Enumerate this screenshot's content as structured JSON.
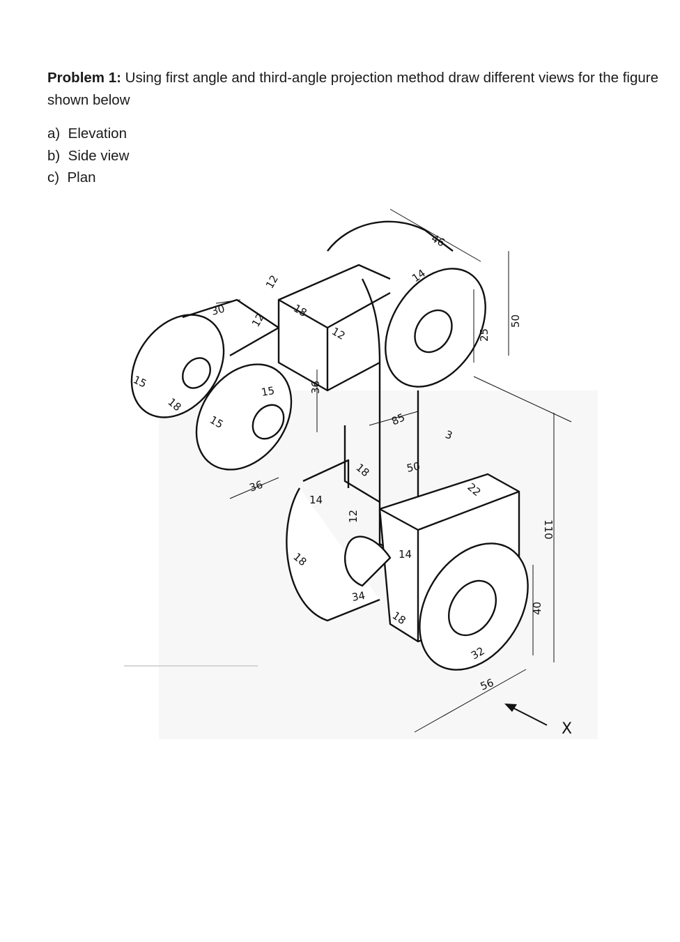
{
  "problem": {
    "label": "Problem 1:",
    "text": " Using first angle and third-angle projection method draw different views for the figure shown below"
  },
  "items": [
    {
      "marker": "a)",
      "text": "Elevation"
    },
    {
      "marker": "b)",
      "text": "Side view"
    },
    {
      "marker": "c)",
      "text": "Plan"
    }
  ],
  "figure": {
    "dims": {
      "d46": "46",
      "d14a": "14",
      "d25": "25",
      "d50a": "50",
      "d12a": "12",
      "d18a": "18",
      "d12b": "12",
      "d12c": "12",
      "d30": "30",
      "d15a": "15",
      "d18b": "18",
      "d15b": "15",
      "d15c": "15",
      "d36a": "36",
      "d36b": "36",
      "d85": "85",
      "d3": "3",
      "d18c": "18",
      "d50b": "50",
      "d14b": "14",
      "d12d": "12",
      "d22": "22",
      "d110": "110",
      "d18d": "18",
      "d34": "34",
      "d14c": "14",
      "d18e": "18",
      "d40": "40",
      "d32": "32",
      "d56": "56"
    },
    "direction_label": "X"
  }
}
